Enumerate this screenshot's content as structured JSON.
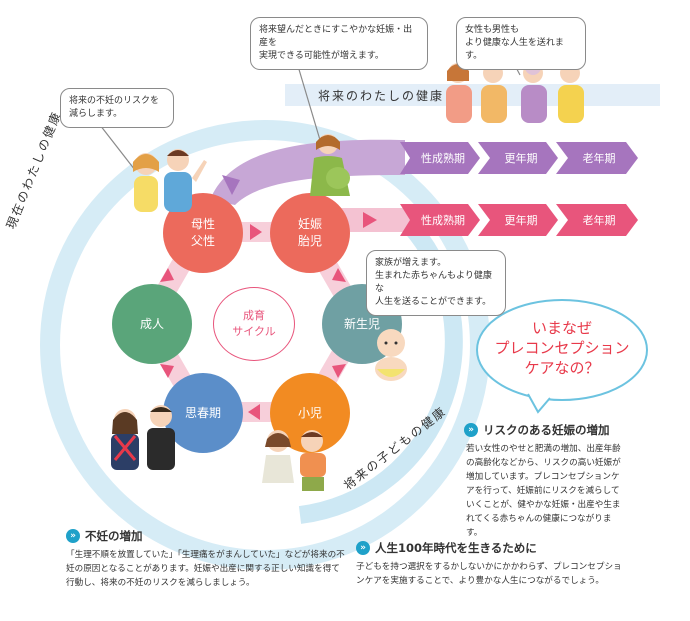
{
  "colors": {
    "ring_blue": "#c8e8f5",
    "future_band": "#dde9f5",
    "purple_arc": "#b591c8",
    "pink_arrow": "#e85a7f",
    "node_red": "#ec6a5c",
    "node_teal": "#6fa7a7",
    "node_green": "#5aa57a",
    "node_orange": "#f28b22",
    "node_blue": "#5b8ec9",
    "accent_red": "#e8394a",
    "accent_blue": "#1fa1c9"
  },
  "bubbles": {
    "infertility_risk": "将来の不妊のリスクを\n減らします。",
    "future_pregnancy": "将来望んだときにすこやかな妊娠・出産を\n実現できる可能性が増えます。",
    "healthy_life": "女性も男性も\nより健康な人生を送れます。",
    "family": "家族が増えます。\n生まれた赤ちゃんもより健康な\n人生を送ることができます。"
  },
  "ring_labels": {
    "future_me": "将来のわたしの健康",
    "current_me": "現在のわたしの健康",
    "future_child": "将来の子どもの健康"
  },
  "cycle": {
    "center": "成育\nサイクル",
    "nodes": {
      "parents": "母性\n父性",
      "pregnancy": "妊娠\n胎児",
      "newborn": "新生児",
      "child": "小児",
      "adolescence": "思春期",
      "adult": "成人"
    }
  },
  "stages_top": [
    "性成熟期",
    "更年期",
    "老年期"
  ],
  "stages_bottom": [
    "性成熟期",
    "更年期",
    "老年期"
  ],
  "question": "いまなぜ\nプレコンセプション\nケアなの？",
  "sections": {
    "risk_pregnancy": {
      "title": "リスクのある妊娠の増加",
      "body": "若い女性のやせと肥満の増加、出産年齢の高齢化などから、リスクの高い妊娠が増加しています。プレコンセプションケアを行って、妊娠前にリスクを減らしていくことが、健やかな妊娠・出産や生まれてくる赤ちゃんの健康につながります。"
    },
    "infertility": {
      "title": "不妊の増加",
      "body": "「生理不順を放置していた」「生理痛をがまんしていた」などが将来の不妊の原因となることがあります。妊娠や出産に関する正しい知識を得て行動し、将来の不妊のリスクを減らしましょう。"
    },
    "life100": {
      "title": "人生100年時代を生きるために",
      "body": "子どもを持つ選択をするかしないかにかかわらず、プレコンセプションケアを実施することで、より豊かな人生につながるでしょう。"
    }
  }
}
